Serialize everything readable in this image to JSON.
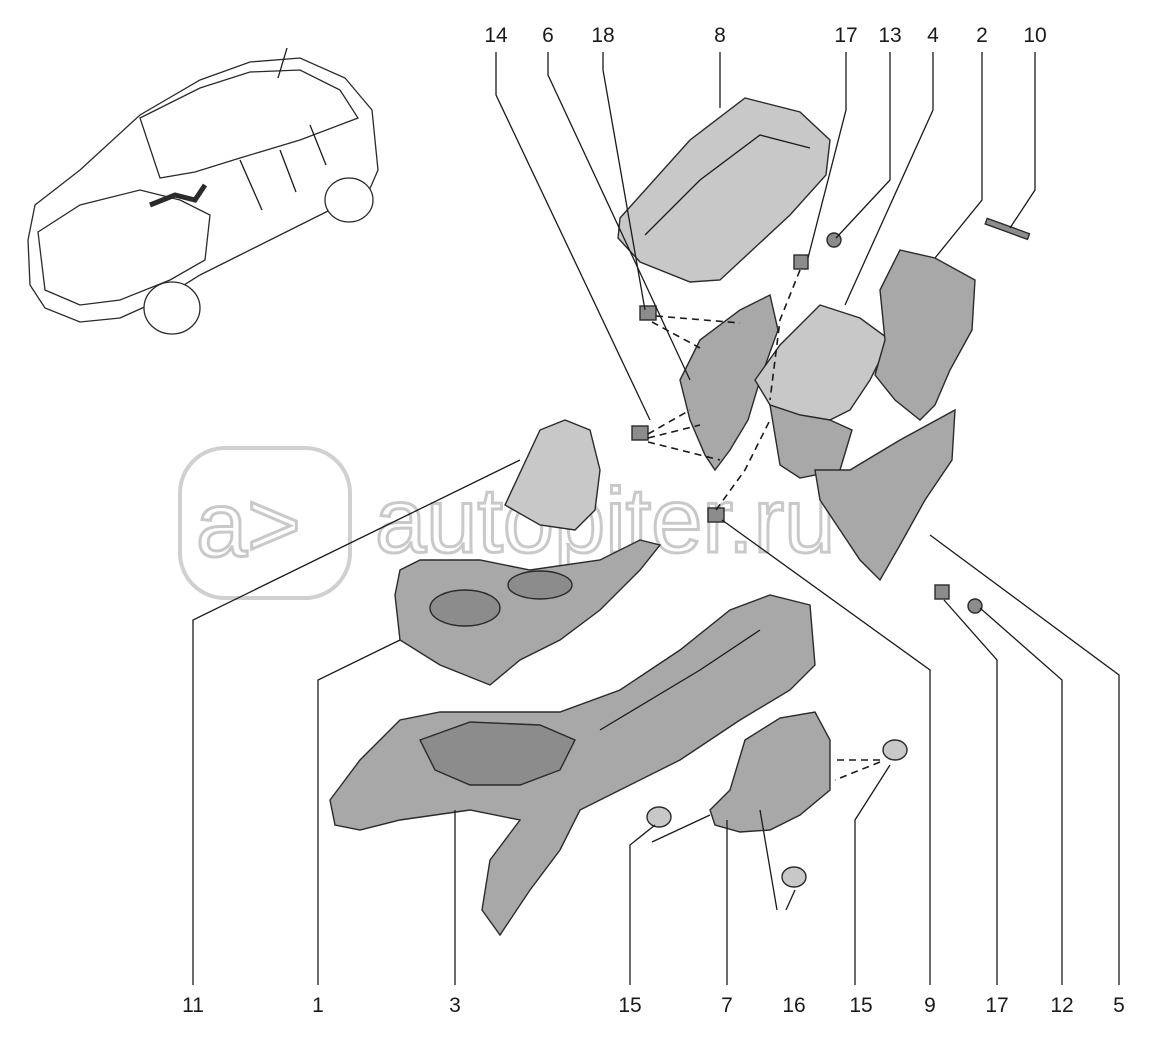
{
  "watermark": {
    "text": "autopiter.ru",
    "logo_glyph": "a>"
  },
  "top_labels": [
    "14",
    "6",
    "18",
    "8",
    "17",
    "13",
    "4",
    "2",
    "10"
  ],
  "bottom_labels": [
    "11",
    "1",
    "3",
    "15",
    "7",
    "16",
    "15",
    "9",
    "17",
    "12",
    "5"
  ],
  "colors": {
    "part_fill": "#a8a8a8",
    "line": "#1a1a1a",
    "watermark": "#c9c9c9"
  }
}
